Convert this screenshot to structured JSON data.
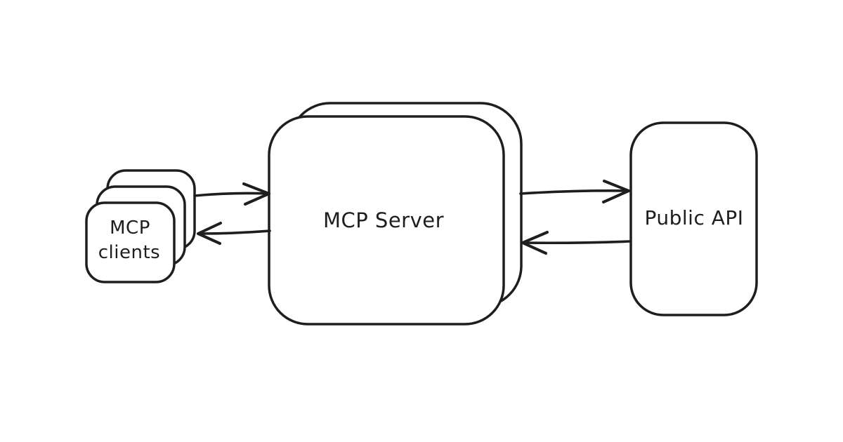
{
  "colors": {
    "ink": "#1e1e1e",
    "background": "#ffffff"
  },
  "nodes": {
    "clients": {
      "label_line1": "MCP",
      "label_line2": "clients",
      "stack_count": 3
    },
    "server": {
      "label": "MCP Server",
      "stack_count": 2
    },
    "public_api": {
      "label": "Public API",
      "stack_count": 1
    }
  },
  "edges": [
    {
      "from": "MCP clients",
      "to": "MCP Server",
      "direction": "right"
    },
    {
      "from": "MCP Server",
      "to": "MCP clients",
      "direction": "left"
    },
    {
      "from": "MCP Server",
      "to": "Public API",
      "direction": "right"
    },
    {
      "from": "Public API",
      "to": "MCP Server",
      "direction": "left"
    }
  ]
}
